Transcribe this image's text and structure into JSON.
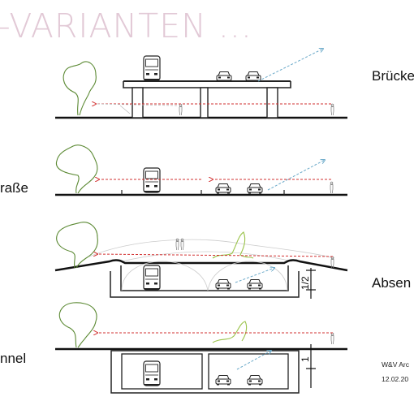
{
  "header": {
    "title": "-VARIANTEN ..."
  },
  "variants": [
    {
      "label": "Brücke"
    },
    {
      "label": "raße"
    },
    {
      "label": "Absen"
    },
    {
      "label": "nnel"
    }
  ],
  "dimensions": {
    "half": "1/2",
    "full": "1"
  },
  "footer": {
    "author": "W&V Arc",
    "date": "12.02.20"
  },
  "colors": {
    "title": "#e2c9d6",
    "red_arrow": "#d23030",
    "blue_arrow": "#6aa9c9",
    "tree": "#5c8a34",
    "ground": "#111111"
  }
}
